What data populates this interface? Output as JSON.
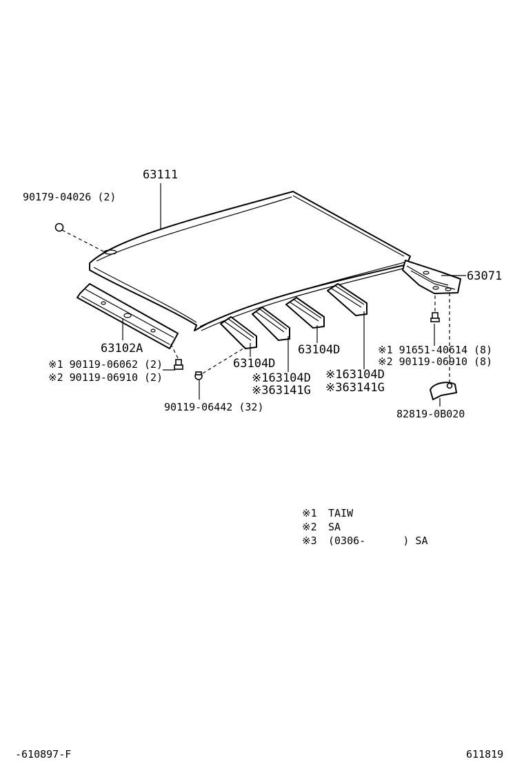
{
  "labels": {
    "roof_panel": "63111",
    "roof_screw": "90179-04026 (2)",
    "roof_reinforcement": "63071",
    "front_header": "63102A",
    "front_screw_1": "※1 90119-06062 (2)",
    "front_screw_2": "※2 90119-06910 (2)",
    "side_screw": "90119-06442 (32)",
    "bow_a": "63104D",
    "bow_b_1": "※163104D",
    "bow_b_2": "※363141G",
    "bow_c": "63104D",
    "bow_d_1": "※163104D",
    "bow_d_2": "※363141G",
    "rear_bolt_1": "※1 91651-40614 (8)",
    "rear_bolt_2": "※2 90119-06910 (8)",
    "bracket": "82819-0B020"
  },
  "legend": [
    {
      "mark": "※1",
      "text": "TAIW"
    },
    {
      "mark": "※2",
      "text": "SA"
    },
    {
      "mark": "※3",
      "text": "(0306-      ) SA"
    }
  ],
  "footer": {
    "left": "-610897-F",
    "right": "611819"
  }
}
